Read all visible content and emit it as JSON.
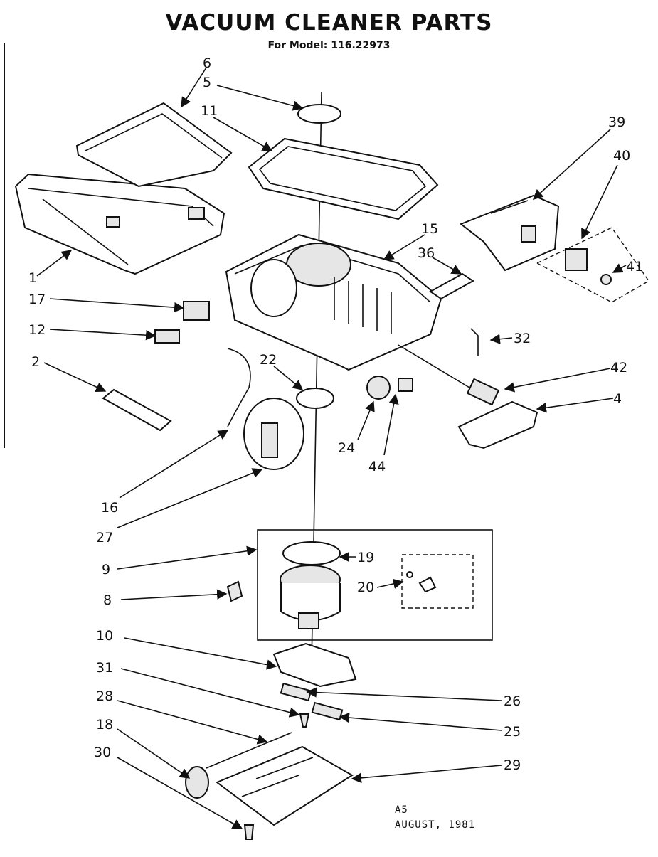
{
  "title": "VACUUM CLEANER PARTS",
  "subtitle": "For Model: 116.22973",
  "footer": {
    "code": "A5",
    "date": "AUGUST, 1981"
  },
  "callouts": [
    "6",
    "5",
    "11",
    "39",
    "40",
    "15",
    "36",
    "41",
    "1",
    "17",
    "12",
    "32",
    "2",
    "22",
    "42",
    "4",
    "24",
    "44",
    "16",
    "27",
    "9",
    "19",
    "20",
    "8",
    "10",
    "31",
    "26",
    "28",
    "25",
    "18",
    "29",
    "30"
  ]
}
